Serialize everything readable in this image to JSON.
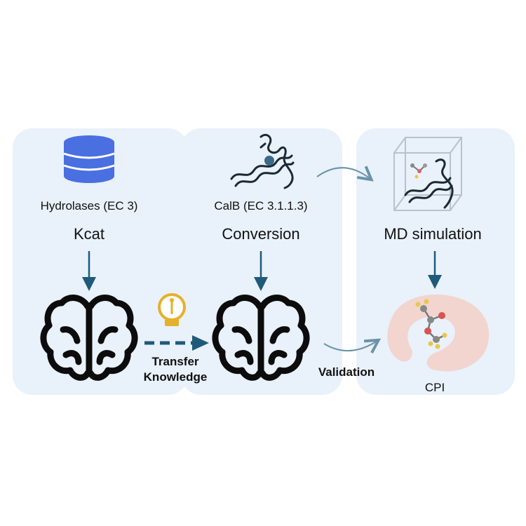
{
  "panels": {
    "left": {
      "sublabel": "Hydrolases (EC 3)",
      "mainlabel": "Kcat"
    },
    "middle": {
      "sublabel": "CalB (EC 3.1.1.3)",
      "mainlabel": "Conversion"
    },
    "right": {
      "mainlabel": "MD simulation",
      "sublabel": "CPI"
    }
  },
  "edges": {
    "transfer_line1": "Transfer",
    "transfer_line2": "Knowledge",
    "validation": "Validation"
  },
  "icons": {
    "database": "database-icon",
    "protein": "protein-helix-icon",
    "md_box": "md-simulation-box-icon",
    "brain": "brain-icon",
    "lightbulb": "lightbulb-icon",
    "cpi": "protein-ligand-complex-icon"
  },
  "colors": {
    "panel_bg": "#e9f1fb",
    "database": "#4a6fe0",
    "arrow": "#1f5a7a",
    "curve_arrow": "#6a93a8",
    "bulb": "#e5b02a",
    "protein_pocket": "#f2d5cf"
  }
}
